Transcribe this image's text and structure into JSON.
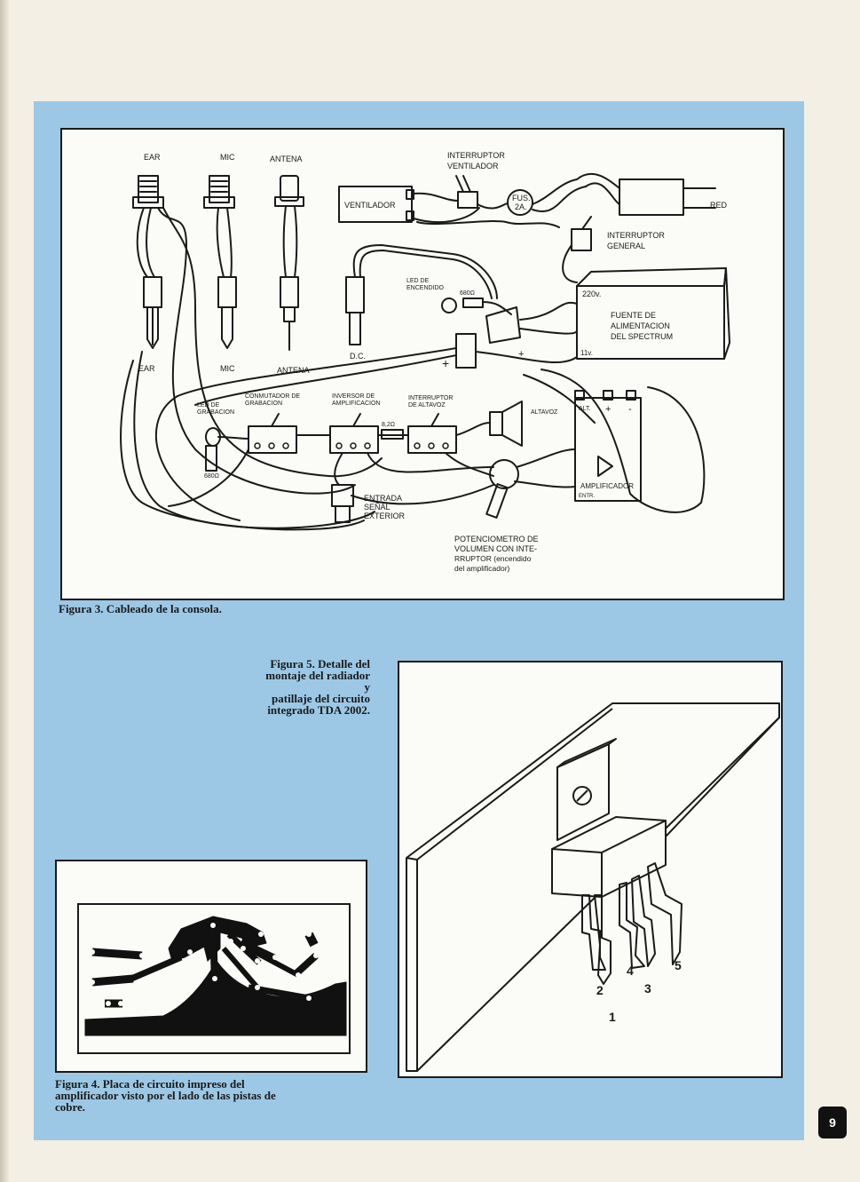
{
  "figure3": {
    "caption": "Figura 3.   Cableado de la consola.",
    "labels": {
      "ear_top": "EAR",
      "mic_top": "MIC",
      "antena_top": "ANTENA",
      "ear_bottom": "EAR",
      "mic_bottom": "MIC",
      "antena_bottom": "ANTENA",
      "dc": "D.C.",
      "ventilador": "VENTILADOR",
      "interruptor_ventilador_1": "INTERRUPTOR",
      "interruptor_ventilador_2": "VENTILADOR",
      "fus_1": "FUS.",
      "fus_2": "2A.",
      "red": "RED",
      "interruptor_general_1": "INTERRUPTOR",
      "interruptor_general_2": "GENERAL",
      "led_encendido_1": "LED DE",
      "led_encendido_2": "ENCENDIDO",
      "r680_top": "680Ω",
      "v220": "220v.",
      "v11": "11v.",
      "fuente_1": "FUENTE DE",
      "fuente_2": "ALIMENTACION",
      "fuente_3": "DEL SPECTRUM",
      "led_grabacion_1": "LED DE",
      "led_grabacion_2": "GRABACION",
      "r680_left": "680Ω",
      "conmutador_1": "CONMUTADOR DE",
      "conmutador_2": "GRABACION",
      "inversor_1": "INVERSOR DE",
      "inversor_2": "AMPLIFICACION",
      "interruptor_altavoz_1": "INTERRUPTOR",
      "interruptor_altavoz_2": "DE ALTAVOZ",
      "r8_2": "8,2Ω",
      "altavoz": "ALTAVOZ",
      "alt": "ALT.",
      "amplificador": "AMPLIFICADOR",
      "entr": "ENTR.",
      "entrada_1": "ENTRADA",
      "entrada_2": "SEÑAL",
      "entrada_3": "EXTERIOR",
      "pot_1": "POTENCIOMETRO DE",
      "pot_2": "VOLUMEN CON INTE-",
      "pot_3": "RRUPTOR (encendido",
      "pot_4": "del amplificador)",
      "plus": "+",
      "minus": "-"
    }
  },
  "figure4": {
    "caption_lines": [
      "Figura 4.   Placa de circuito impreso del",
      "amplificador visto por el lado de las pistas de",
      "cobre."
    ]
  },
  "figure5": {
    "caption_lines": [
      "Figura 5.   Detalle del",
      "montaje del radiador y",
      "patillaje del circuito",
      "integrado TDA 2002."
    ],
    "pins": [
      "1",
      "2",
      "3",
      "4",
      "5"
    ]
  },
  "page_number": "9",
  "colors": {
    "panel": "#9cc8e6",
    "ink": "#1a1a1a",
    "paper": "#f3efe4"
  }
}
